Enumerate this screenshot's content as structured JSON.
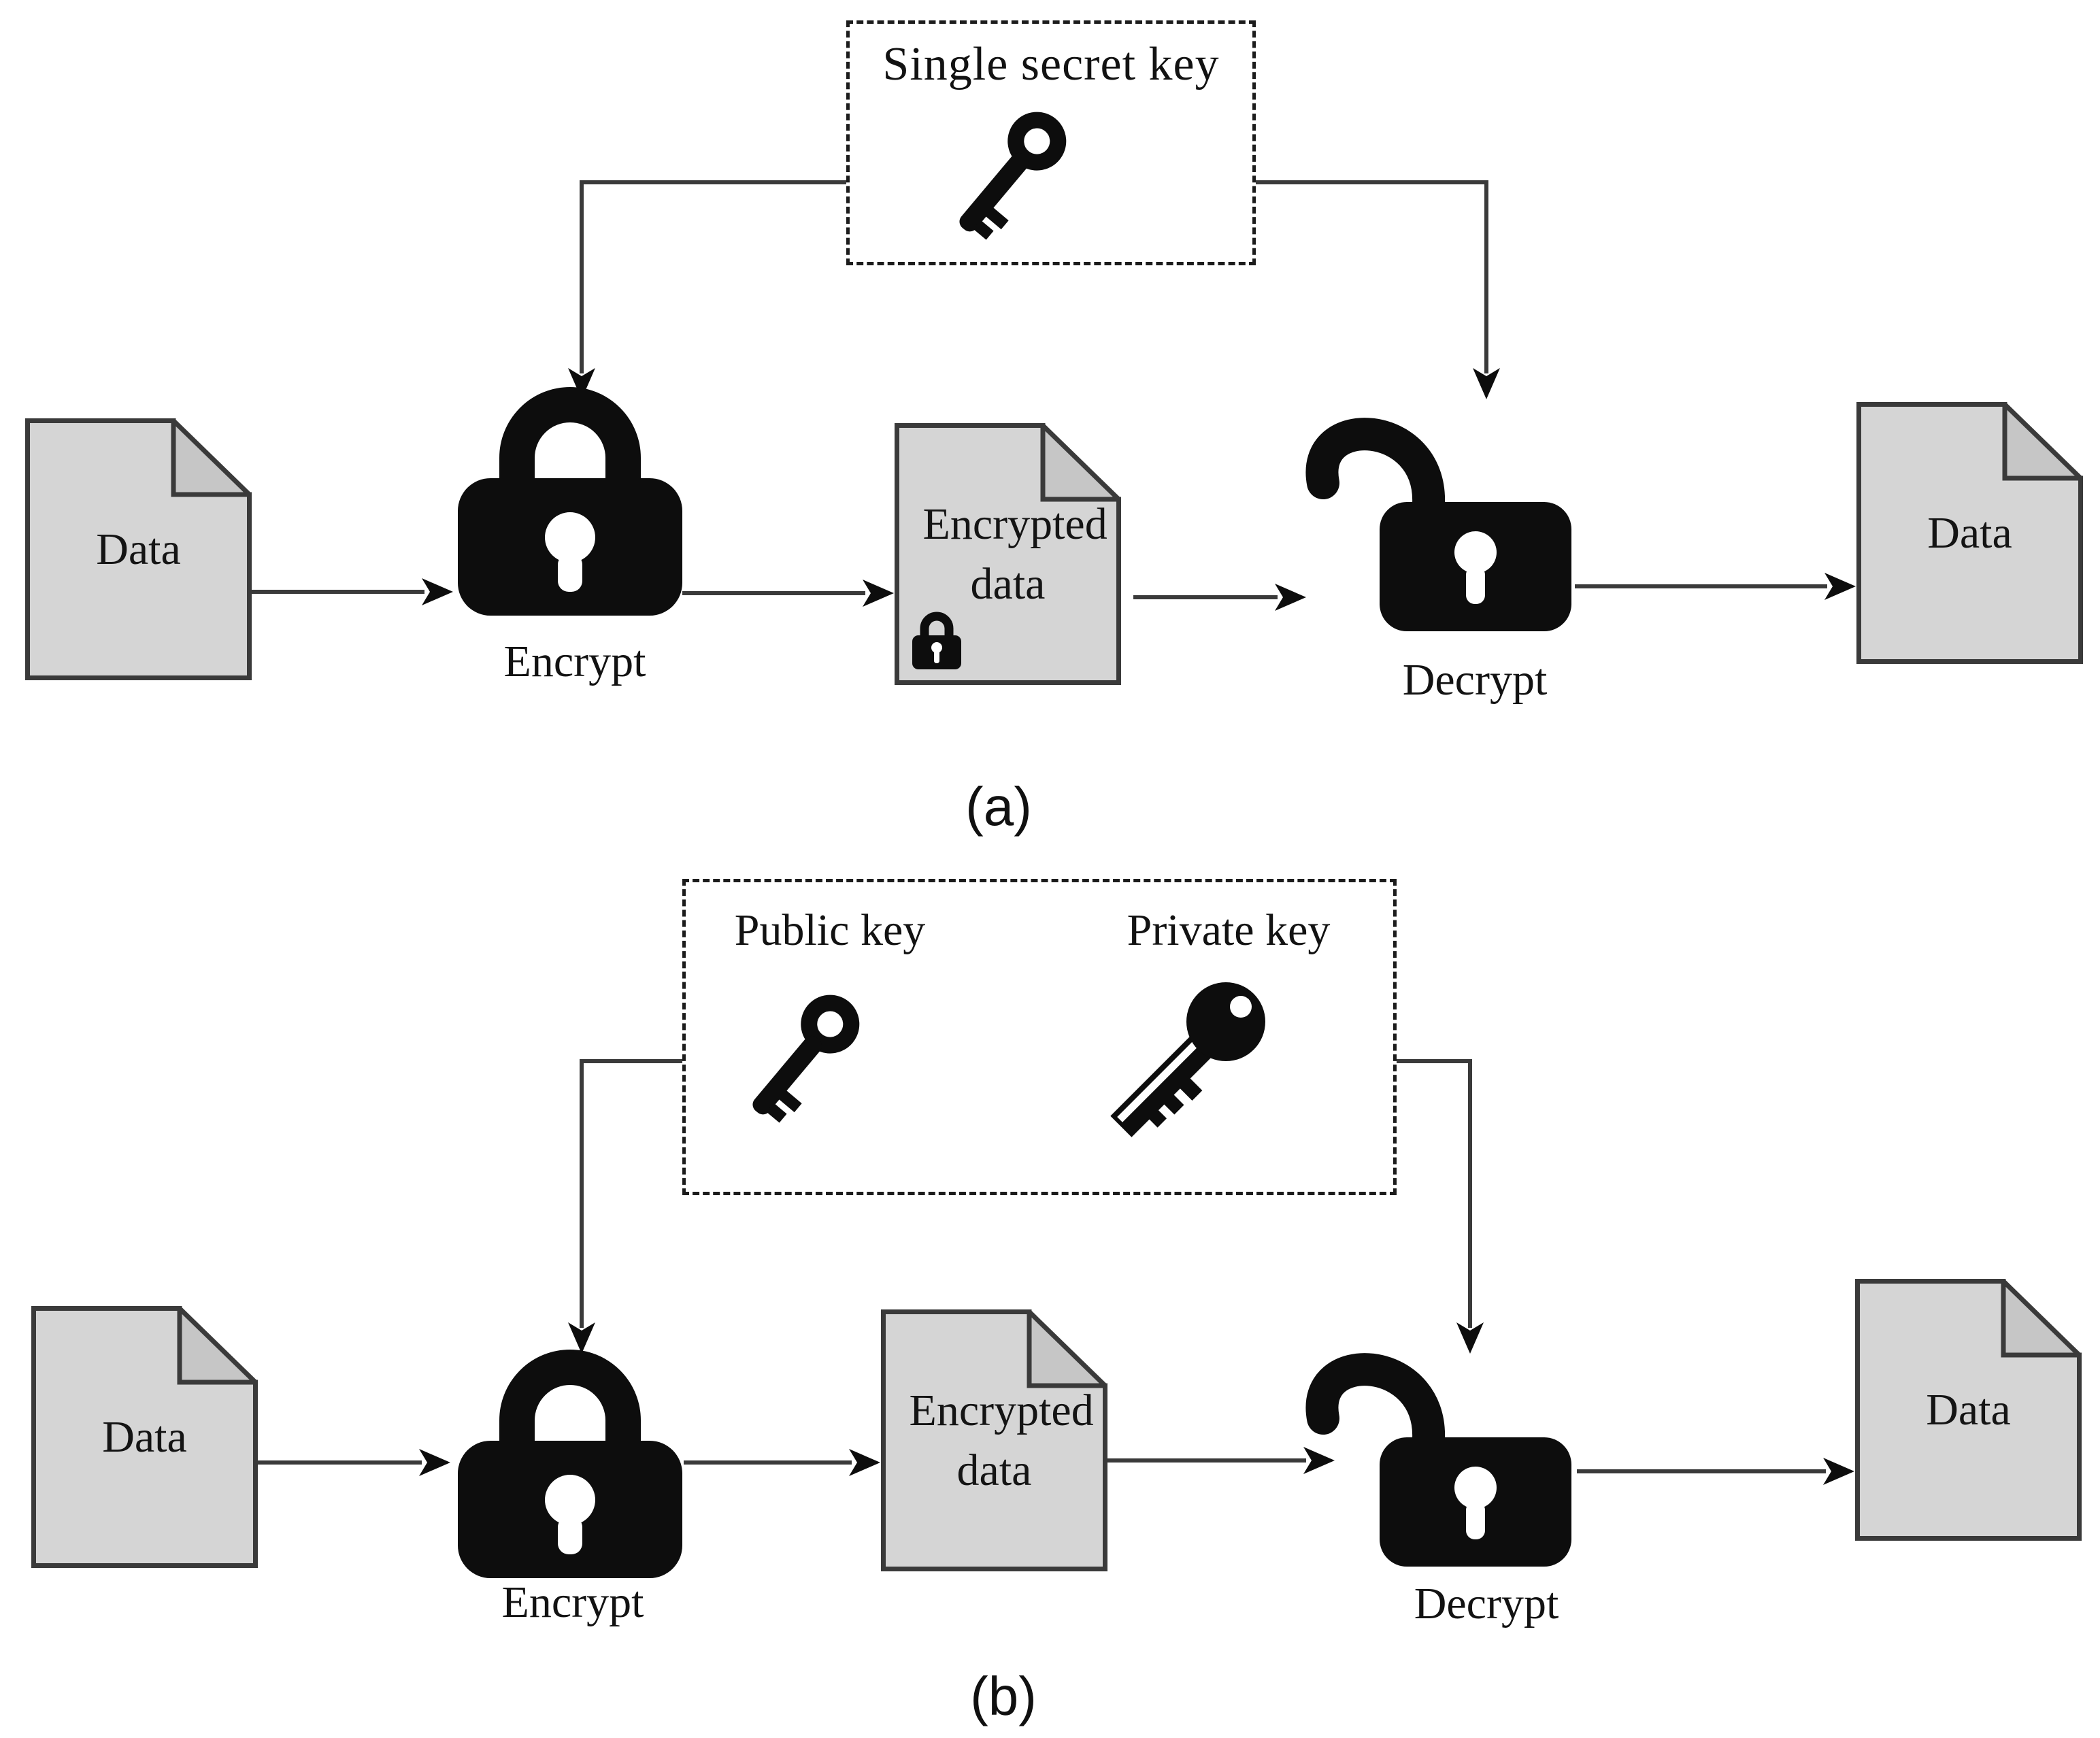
{
  "panel_a": {
    "caption": "(a)",
    "key_box": {
      "label": "Single secret key"
    },
    "nodes": {
      "data_in": "Data",
      "encrypted": "Encrypted data",
      "data_out": "Data"
    },
    "encrypt_label": "Encrypt",
    "decrypt_label": "Decrypt"
  },
  "panel_b": {
    "caption": "(b)",
    "key_box": {
      "public_label": "Public key",
      "private_label": "Private key"
    },
    "nodes": {
      "data_in": "Data",
      "encrypted": "Encrypted data",
      "data_out": "Data"
    },
    "encrypt_label": "Encrypt",
    "decrypt_label": "Decrypt"
  },
  "colors": {
    "background": "#ffffff",
    "document_fill": "#d5d5d5",
    "document_fold": "#c6c6c6",
    "outline": "#3a3a3a",
    "icon": "#0d0d0d",
    "text": "#121212"
  }
}
